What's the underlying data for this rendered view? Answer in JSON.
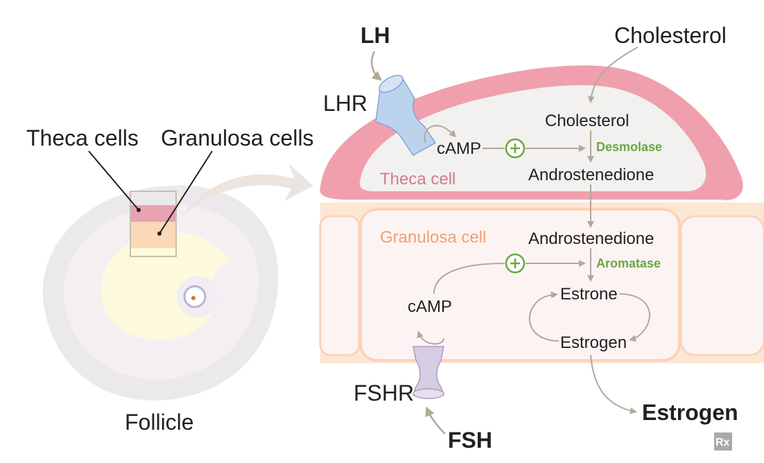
{
  "labels": {
    "theca_cells": "Theca cells",
    "granulosa_cells": "Granulosa cells",
    "follicle": "Follicle",
    "lh": "LH",
    "lhr": "LHR",
    "cholesterol_top": "Cholesterol",
    "cholesterol": "Cholesterol",
    "camp_theca": "cAMP",
    "desmolase": "Desmolase",
    "theca_cell": "Theca cell",
    "androstenedione_theca": "Androstenedione",
    "granulosa_cell": "Granulosa cell",
    "androstenedione_gran": "Androstenedione",
    "aromatase": "Aromatase",
    "estrone": "Estrone",
    "camp_gran": "cAMP",
    "estrogen_inner": "Estrogen",
    "fshr": "FSHR",
    "fsh": "FSH",
    "estrogen_out": "Estrogen",
    "plus_symbol": "+",
    "logo": "Rx"
  },
  "colors": {
    "theca_membrane": "#f0a0ad",
    "theca_interior": "#f2f1ef",
    "granulosa_membrane": "#fbd9c0",
    "granulosa_interior": "#fcf4f3",
    "lhr_receptor": "#bcd3ee",
    "fshr_receptor": "#d6cde3",
    "arrow": "#b3a899",
    "plus": "#6aa83f",
    "enzyme": "#6aa83f",
    "follicle_outer": "#ece9ec",
    "antrum": "#fdf9dc"
  }
}
